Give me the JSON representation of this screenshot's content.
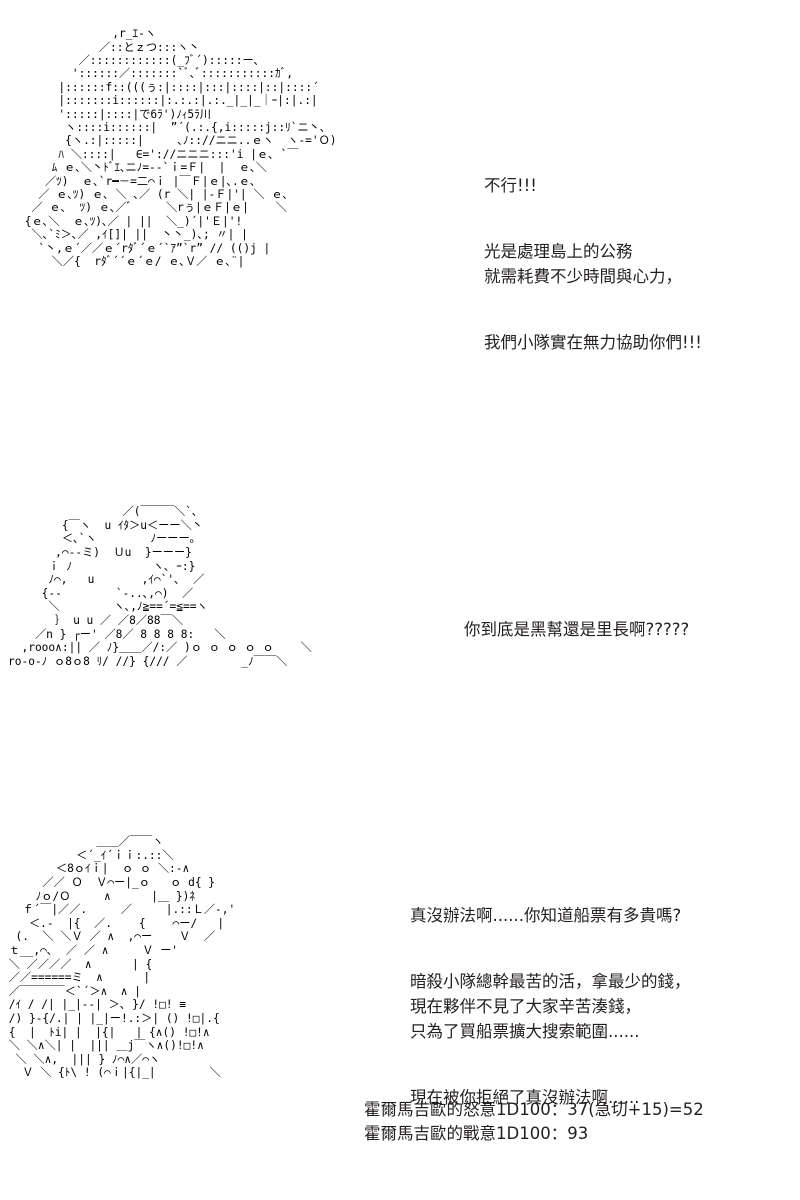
{
  "page": {
    "background_color": "#ffffff",
    "text_color": "#231f20"
  },
  "panels": [
    {
      "id": "panel-1",
      "art_name": "hooded-character-ascii-art",
      "ascii_art": "              ,r_ｴ-ヽ\n            ／::とｚつ:::ヽ丶\n         ／::::::::::::(_ﾌﾞ´):::::ー､\n        '::::::／:::::::`ﾞ､ﾞ:::::::::::ｶﾞ,\n      |::::::f::(((ぅ:|::::|:::|::::|::|::::´\n      |:::::::i::::::|:.:.:|.:._|_|_｜ｰ|:|.:|\n      ':::::|::::|で6ﾗ')ﾉｨ5ﾗ川\n       ヽ::::i::::::|  ”´(.:.{,i:::::j::ﾘ`ニ丶､\n       {ヽ.:|:::::|     ､ﾉ:://ニニ..ｅヽ  ヽ-='Ｏ)\n      ﾊ ＼::::|   ∈='://ニニニ:::'i |ｅ､ `￣\n     ﾑ ｅ､＼丶ﾄﾞｴ､ニﾉ=--`ｉ=Ｆ|  |  ｅ､＼\n    ／ﾂ)  ｅ､`r━－=二⌒ｉ |￣Ｆ|ｅ|､.ｅ､\n   ／ ｅ､ﾂ) ｅ､ ＼ ､／ (r ＼| |-Ｆ|'| ＼ ｅ､\n  ／ ｅ､  ﾂ) ｅ､／ﾞ     ＼rぅ|ｅＦ|ｅ|    ＼\n {ｅ､＼  ｅ､ﾂ)､／ | ||  ＼_)´|'Ｅ|'!\n  ＼､`ﾐ＞､／ ,ｲ[]| ||  丶丶_)､; 〃| |\n   `丶,ｅ´／／ｅ´rﾀﾞ´ｅ´`ｱ”`r” // (()j |\n     ＼／{  rﾀﾞ´´ｅ´ｅ/ ｅ､Ｖ／ ｅ､¨|"
    },
    {
      "id": "panel-2",
      "art_name": "gangster-character-ascii-art",
      "ascii_art": "                 ／(￣￣￣＼`､\n        {￣ヽ  u ｲﾀ＞u＜ーー＼丶\n        ＜､`ヽ        ﾉーーー。\n       ,⌒--ミ)  Ｕu  }ーーー}\n      ｉ ﾉ            ヽ､ ｰ:}\n      ﾉ⌒,   u       ,ｲ⌒`'､  ／\n     {--        `-..､,⌒)  ／\n      ＼        ヽ､,ﾉ≧==´=≦==ヽ\n       ｝ u u ／ ／8／88￣＼\n    ／n } ┌ー' ／8／ 8 8 8 8:   ＼\n  ,rooo∧:|| ／ ﾉ}＿＿／/:／ )ｏ ｏ ｏ ｏ ｏ    ＼\nro-o-ﾉ ｏ8ｏ8 ﾘ/ //} {/// ／        _ﾉ￣￣＼"
    },
    {
      "id": "panel-3",
      "art_name": "kneeling-character-ascii-art",
      "ascii_art": "              ＿＿／￣￣ヽ\n           ＜´_ｲ´ｉｉ:.::＼\n        ＜8ｏｲｉ|  ｏ ｏ ＼:-∧\n      ／／ Ｏ  Ｖ⌒ー|_ｏ   ｏ d{ }\n     ﾉｏ/Ｏ     ∧      |＿ })ﾈ\n   ｆ´￣|／／.     ／     |.::Ｌ／-,'\n    ＜.-  |{  ／.    {    ⌒ー/   |\n  (.  ＼ ＼Ｖ ／ ∧  ,⌒ー    Ｖ  ／\n ｔ__,⌒､  ／ ／ ∧     Ｖ ー'\n ＼ ／／／／  ∧      | {\n ／／======ミ  ∧      |\n ／￣￣￣￣＜`´＞∧  ∧ |\n /ｲ / /| |_|--| ＞､ }/ !□! ≡\n /) }-{/.| | |_|ー!.:＞| () !□|.{\n {  |  ﾄi| |  |{|   | {∧() !□!∧\n ＼ ＼∧＼| |  ||| ＿j￣ヽ∧()!□!∧\n  ＼ ＼∧,  ||| } ﾉ⌒∧／⌒ヽ\n   Ｖ ＼ {ﾄ\\ ! (⌒ｉ|{|_|        ＼"
    }
  ],
  "dialogues": [
    {
      "id": "dialogue-1",
      "speaker_art": "panel-1",
      "paragraphs": [
        "不行!!!",
        "光是處理島上的公務\n就需耗費不少時間與心力，",
        "我們小隊實在無力協助你們!!!"
      ]
    },
    {
      "id": "dialogue-2",
      "speaker_art": "panel-2",
      "paragraphs": [
        "你到底是黑幫還是里長啊?????"
      ]
    },
    {
      "id": "dialogue-3",
      "speaker_art": "panel-3",
      "paragraphs": [
        "真沒辦法啊......你知道船票有多貴嗎?",
        "暗殺小隊總幹最苦的活，拿最少的錢，\n現在夥伴不見了大家辛苦湊錢，\n只為了買船票擴大搜索範圍......",
        "現在被你拒絕了真沒辦法啊......"
      ]
    }
  ],
  "dice_results": {
    "lines": [
      "霍爾馬吉歐的怒意1D100：37(急切+15)=52",
      "霍爾馬吉歐的戰意1D100：93"
    ],
    "rolls": [
      {
        "label": "霍爾馬吉歐的怒意",
        "dice": "1D100",
        "raw": 37,
        "modifier_label": "急切",
        "modifier": 15,
        "total": 52
      },
      {
        "label": "霍爾馬吉歐的戰意",
        "dice": "1D100",
        "raw": 93,
        "total": 93
      }
    ]
  }
}
